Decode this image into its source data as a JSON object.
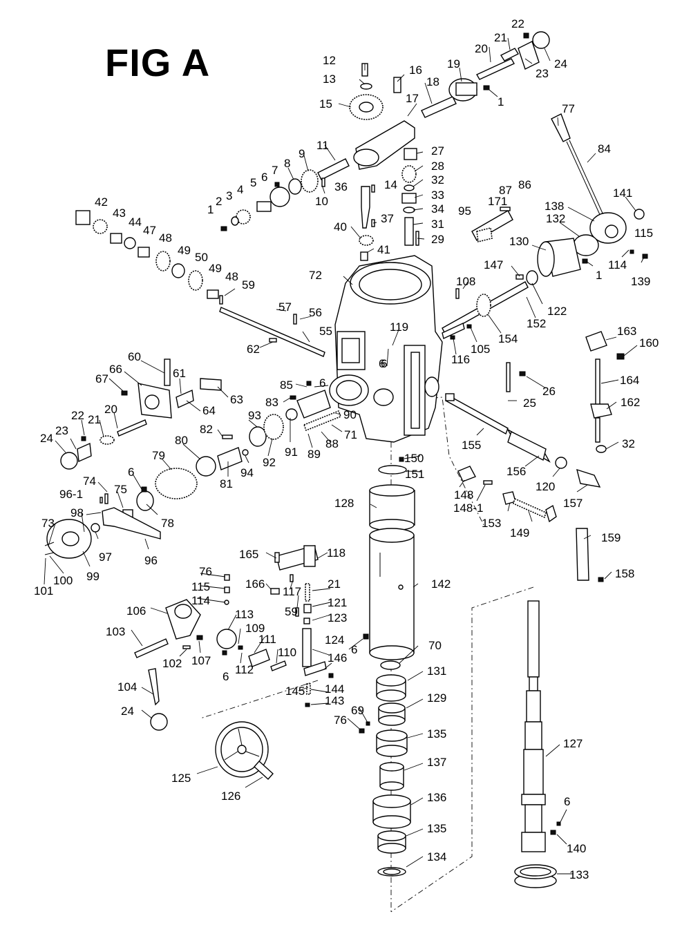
{
  "title": "FIG A",
  "labels": [
    "22",
    "21",
    "20",
    "24",
    "23",
    "19",
    "12",
    "16",
    "13",
    "18",
    "1",
    "17",
    "15",
    "77",
    "11",
    "9",
    "84",
    "8",
    "27",
    "28",
    "7",
    "6",
    "32",
    "5",
    "36",
    "14",
    "4",
    "33",
    "3",
    "10",
    "2",
    "87",
    "86",
    "141",
    "34",
    "1",
    "171",
    "95",
    "138",
    "42",
    "43",
    "37",
    "31",
    "44",
    "47",
    "40",
    "132",
    "115",
    "29",
    "48",
    "41",
    "130",
    "114",
    "139",
    "49",
    "50",
    "49",
    "1",
    "72",
    "147",
    "48",
    "59",
    "108",
    "122",
    "57",
    "56",
    "119",
    "152",
    "55",
    "154",
    "163",
    "160",
    "6",
    "105",
    "62",
    "116",
    "60",
    "66",
    "6",
    "85",
    "61",
    "67",
    "83",
    "63",
    "64",
    "93",
    "90",
    "164",
    "6",
    "25",
    "162",
    "26",
    "22",
    "21",
    "20",
    "82",
    "71",
    "23",
    "24",
    "80",
    "79",
    "91",
    "88",
    "89",
    "155",
    "92",
    "94",
    "81",
    "32",
    "150",
    "151",
    "156",
    "74",
    "96-1",
    "75",
    "148",
    "120",
    "157",
    "6",
    "78",
    "98",
    "148-1",
    "153",
    "149",
    "128",
    "73",
    "97",
    "96",
    "99",
    "100",
    "101",
    "159",
    "76",
    "165",
    "118",
    "158",
    "142",
    "115",
    "114",
    "166",
    "117",
    "21",
    "59",
    "121",
    "106",
    "113",
    "123",
    "103",
    "109",
    "107",
    "111",
    "124",
    "102",
    "110",
    "6",
    "112",
    "146",
    "6",
    "144",
    "70",
    "104",
    "145",
    "143",
    "131",
    "69",
    "129",
    "24",
    "76",
    "125",
    "135",
    "127",
    "126",
    "137",
    "136",
    "6",
    "135",
    "140",
    "134",
    "133"
  ]
}
